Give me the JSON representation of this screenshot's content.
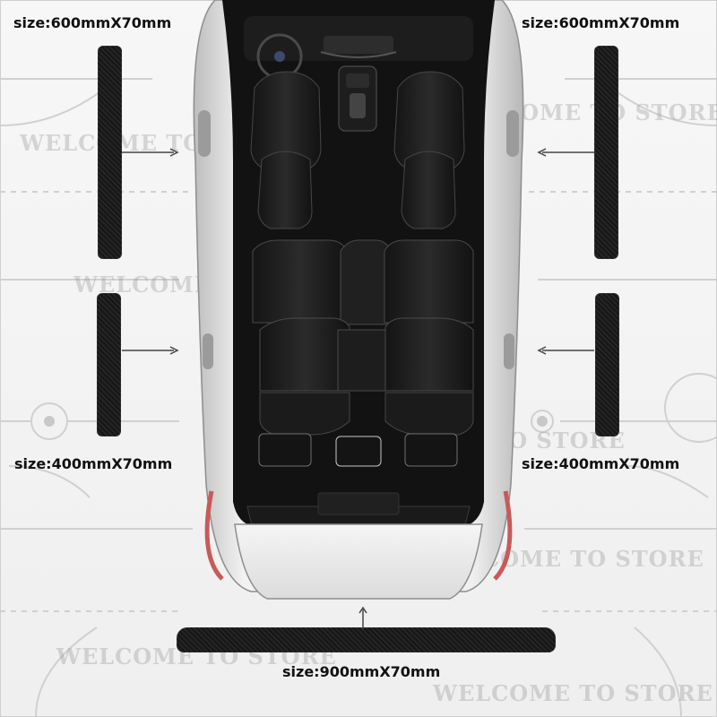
{
  "labels": {
    "top_left": "size:600mmX70mm",
    "top_right": "size:600mmX70mm",
    "bottom_left": "size:400mmX70mm",
    "bottom_right": "size:400mmX70mm",
    "bottom_center": "size:900mmX70mm"
  },
  "watermarks": [
    "WELCOME TO STORE",
    "WELCOME TO STORE",
    "WELCOME TO STORE",
    "WELCOME TO STORE",
    "WELCOME TO STORE",
    "WELCOME TO STORE",
    "WELCOME TO STORE"
  ],
  "colors": {
    "strip": "#171717",
    "car_body": "#d9d9d9",
    "interior": "#1a1a1a",
    "watermark": "#9a9a9a",
    "text": "#111111"
  },
  "icons": {
    "car": "car-top-view-icon",
    "arrow_left": "arrow-left-icon",
    "arrow_right": "arrow-right-icon",
    "arrow_up": "arrow-up-icon"
  }
}
